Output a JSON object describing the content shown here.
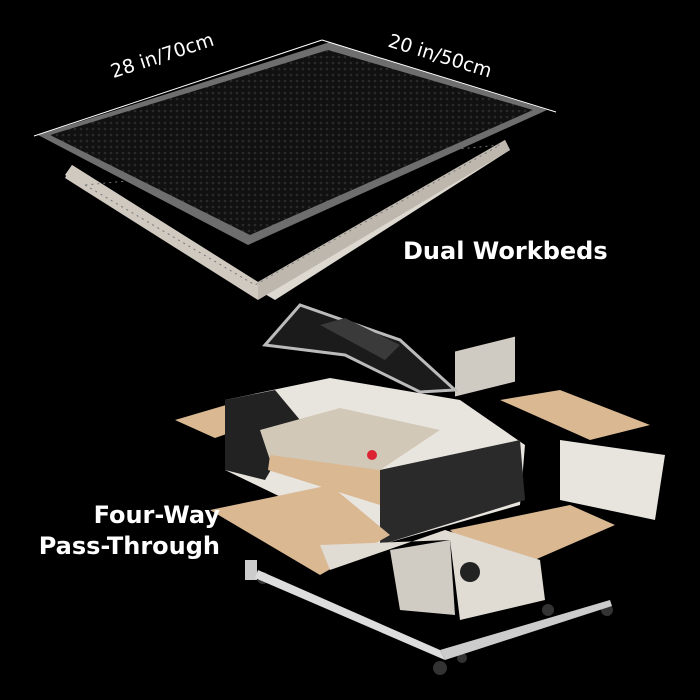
{
  "dimensions": {
    "length": "28 in/70cm",
    "width": "20 in/50cm"
  },
  "headings": {
    "workbeds": "Dual Workbeds",
    "pass_through_line1": "Four-Way",
    "pass_through_line2": "Pass-Through"
  },
  "colors": {
    "background": "#000000",
    "text": "#ffffff",
    "machine_body": "#e8e4de",
    "machine_dark": "#222222",
    "wood": "#d9b892"
  }
}
